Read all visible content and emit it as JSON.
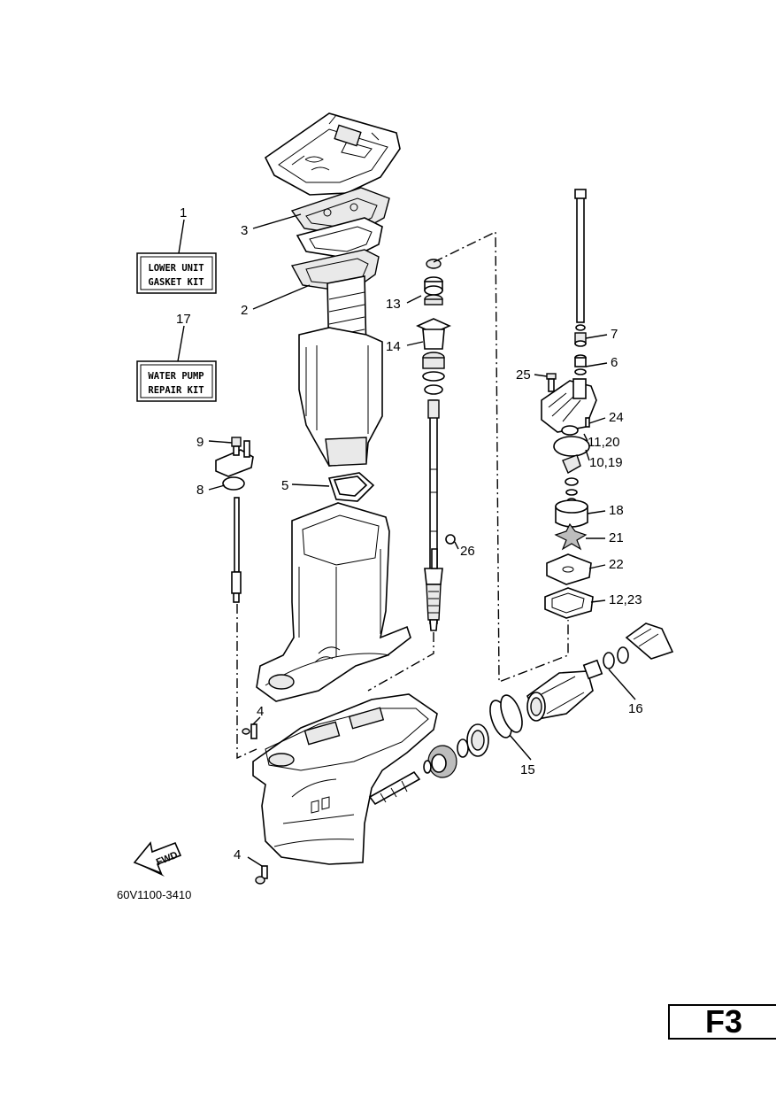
{
  "kits": [
    {
      "callout": "1",
      "lines": [
        "LOWER UNIT",
        "GASKET KIT"
      ]
    },
    {
      "callout": "17",
      "lines": [
        "WATER PUMP",
        "REPAIR KIT"
      ]
    }
  ],
  "callouts": {
    "c2": "2",
    "c3": "3",
    "c4a": "4",
    "c4b": "4",
    "c5": "5",
    "c6": "6",
    "c7": "7",
    "c8": "8",
    "c9": "9",
    "c10_19": "10,19",
    "c11_20": "11,20",
    "c12_23": "12,23",
    "c13": "13",
    "c14": "14",
    "c15": "15",
    "c16": "16",
    "c18": "18",
    "c21": "21",
    "c22": "22",
    "c24": "24",
    "c25": "25",
    "c26": "26"
  },
  "fwd_label": "FWD",
  "diagram_code": "60V1100-3410",
  "page_label": "F3"
}
